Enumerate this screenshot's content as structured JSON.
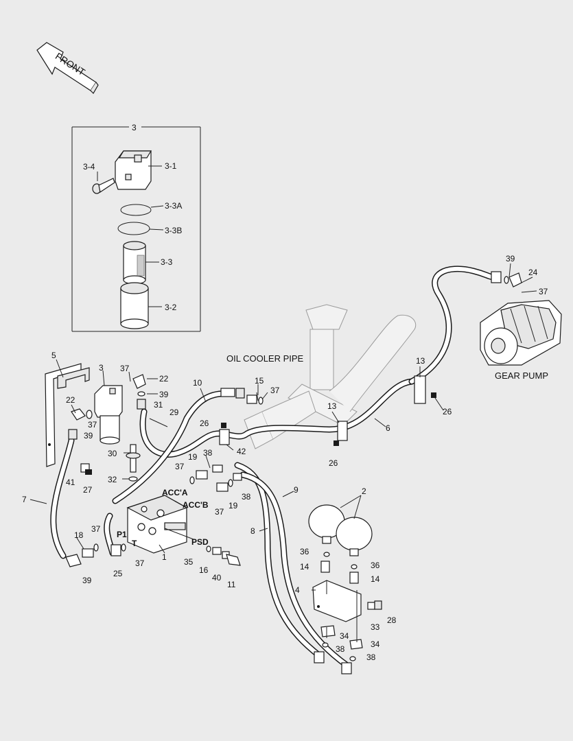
{
  "front_arrow": {
    "text": "FRONT"
  },
  "inset": {
    "title": "3"
  },
  "captions": {
    "oil_cooler_pipe": "OIL COOLER PIPE",
    "gear_pump": "GEAR PUMP"
  },
  "ports": {
    "acc_a": "ACC'A",
    "acc_b": "ACC'B",
    "p1": "P1",
    "t": "T",
    "psd": "PSD"
  },
  "callouts": [
    {
      "id": "c-3-4",
      "text": "3-4"
    },
    {
      "id": "c-3-1",
      "text": "3-1"
    },
    {
      "id": "c-3-3a",
      "text": "3-3A"
    },
    {
      "id": "c-3-3b",
      "text": "3-3B"
    },
    {
      "id": "c-3-3",
      "text": "3-3"
    },
    {
      "id": "c-3-2",
      "text": "3-2"
    },
    {
      "id": "c-5",
      "text": "5"
    },
    {
      "id": "c-3",
      "text": "3"
    },
    {
      "id": "c-37a",
      "text": "37"
    },
    {
      "id": "c-22a",
      "text": "22"
    },
    {
      "id": "c-39a",
      "text": "39"
    },
    {
      "id": "c-31",
      "text": "31"
    },
    {
      "id": "c-29",
      "text": "29"
    },
    {
      "id": "c-22b",
      "text": "22"
    },
    {
      "id": "c-37b",
      "text": "37"
    },
    {
      "id": "c-39b",
      "text": "39"
    },
    {
      "id": "c-10",
      "text": "10"
    },
    {
      "id": "c-15",
      "text": "15"
    },
    {
      "id": "c-37c",
      "text": "37"
    },
    {
      "id": "c-26a",
      "text": "26"
    },
    {
      "id": "c-42",
      "text": "42"
    },
    {
      "id": "c-13a",
      "text": "13"
    },
    {
      "id": "c-26b",
      "text": "26"
    },
    {
      "id": "c-6",
      "text": "6"
    },
    {
      "id": "c-13b",
      "text": "13"
    },
    {
      "id": "c-26c",
      "text": "26"
    },
    {
      "id": "c-39c",
      "text": "39"
    },
    {
      "id": "c-24",
      "text": "24"
    },
    {
      "id": "c-37d",
      "text": "37"
    },
    {
      "id": "c-30",
      "text": "30"
    },
    {
      "id": "c-41",
      "text": "41"
    },
    {
      "id": "c-27",
      "text": "27"
    },
    {
      "id": "c-32",
      "text": "32"
    },
    {
      "id": "c-7",
      "text": "7"
    },
    {
      "id": "c-19a",
      "text": "19"
    },
    {
      "id": "c-38a",
      "text": "38"
    },
    {
      "id": "c-37e",
      "text": "37"
    },
    {
      "id": "c-38b",
      "text": "38"
    },
    {
      "id": "c-19b",
      "text": "19"
    },
    {
      "id": "c-37f",
      "text": "37"
    },
    {
      "id": "c-9",
      "text": "9"
    },
    {
      "id": "c-2",
      "text": "2"
    },
    {
      "id": "c-8",
      "text": "8"
    },
    {
      "id": "c-37g",
      "text": "37"
    },
    {
      "id": "c-18",
      "text": "18"
    },
    {
      "id": "c-1",
      "text": "1"
    },
    {
      "id": "c-25",
      "text": "25"
    },
    {
      "id": "c-37h",
      "text": "37"
    },
    {
      "id": "c-39d",
      "text": "39"
    },
    {
      "id": "c-35",
      "text": "35"
    },
    {
      "id": "c-16",
      "text": "16"
    },
    {
      "id": "c-40",
      "text": "40"
    },
    {
      "id": "c-11",
      "text": "11"
    },
    {
      "id": "c-36a",
      "text": "36"
    },
    {
      "id": "c-14a",
      "text": "14"
    },
    {
      "id": "c-36b",
      "text": "36"
    },
    {
      "id": "c-14b",
      "text": "14"
    },
    {
      "id": "c-4",
      "text": "4"
    },
    {
      "id": "c-33",
      "text": "33"
    },
    {
      "id": "c-28",
      "text": "28"
    },
    {
      "id": "c-34a",
      "text": "34"
    },
    {
      "id": "c-38c",
      "text": "38"
    },
    {
      "id": "c-34b",
      "text": "34"
    },
    {
      "id": "c-38d",
      "text": "38"
    }
  ]
}
